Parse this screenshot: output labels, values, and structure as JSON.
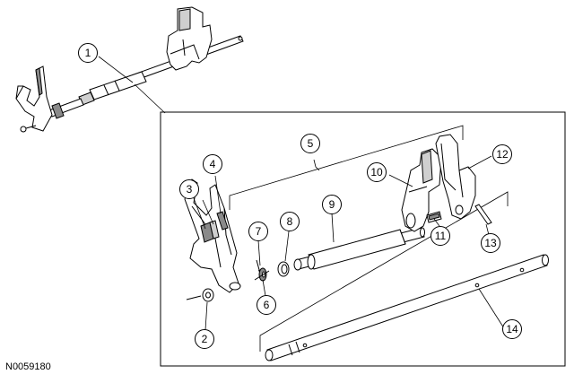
{
  "figure": {
    "id": "N0059180"
  },
  "callouts": [
    {
      "label": "1"
    },
    {
      "label": "2"
    },
    {
      "label": "3"
    },
    {
      "label": "4"
    },
    {
      "label": "5"
    },
    {
      "label": "6"
    },
    {
      "label": "7"
    },
    {
      "label": "8"
    },
    {
      "label": "9"
    },
    {
      "label": "10"
    },
    {
      "label": "11"
    },
    {
      "label": "12"
    },
    {
      "label": "13"
    },
    {
      "label": "14"
    }
  ]
}
